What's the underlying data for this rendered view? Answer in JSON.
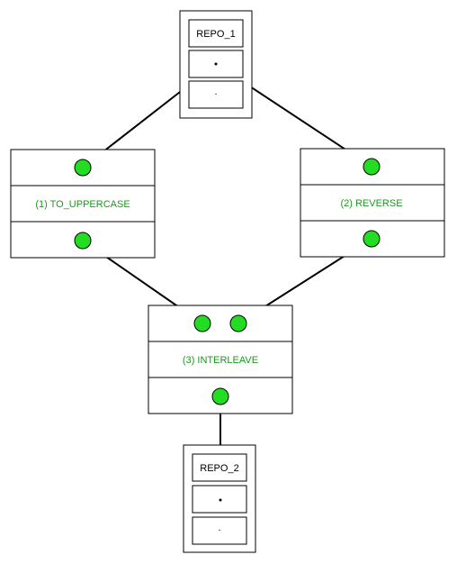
{
  "repos": [
    {
      "id": "repo1",
      "label": "REPO_1",
      "slot_text": "."
    },
    {
      "id": "repo2",
      "label": "REPO_2",
      "slot_text": "."
    }
  ],
  "nodes": [
    {
      "id": "to-uppercase",
      "label": "(1) TO_UPPERCASE"
    },
    {
      "id": "reverse",
      "label": "(2) REVERSE"
    },
    {
      "id": "interleave",
      "label": "(3) INTERLEAVE"
    }
  ],
  "colors": {
    "port_fill": "#22dd22",
    "node_label": "#1a9a1a",
    "wire": "#000000",
    "border": "#000000"
  }
}
